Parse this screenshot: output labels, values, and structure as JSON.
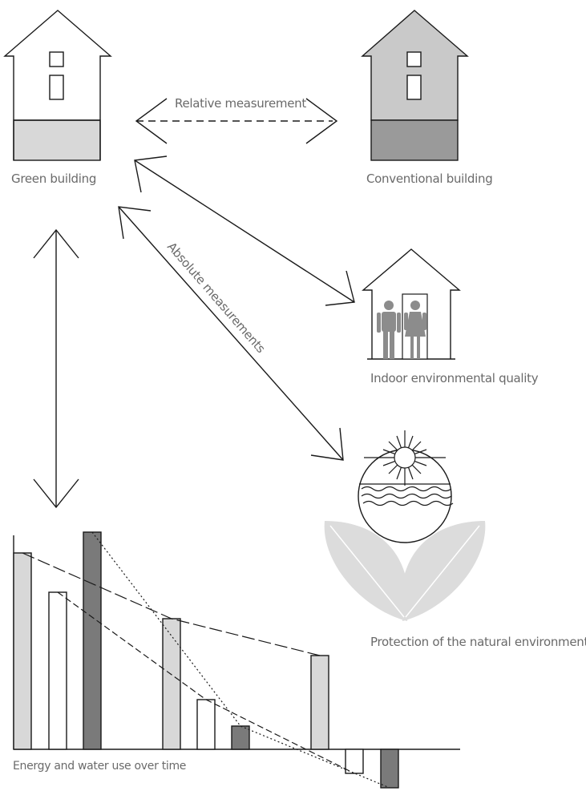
{
  "labels": {
    "green_building": "Green building",
    "conventional_building": "Conventional building",
    "relative_measurement": "Relative measurement",
    "absolute_measurements": "Absolute measurements",
    "indoor_quality": "Indoor environmental quality",
    "natural_environment": "Protection of the natural environment",
    "energy_water": "Energy and water use over time"
  },
  "colors": {
    "line": "#1a1a1a",
    "text": "#6a6a6a",
    "light_gray": "#d8d8d8",
    "mid_gray": "#b9b9b9",
    "dark_gray": "#7a7a7a",
    "figure_gray": "#8c8c8c",
    "leaf_gray": "#dcdcdc"
  },
  "bar_chart": {
    "description_icon": "bar-chart-icon",
    "groups": 3,
    "bars_per_group": 3
  }
}
